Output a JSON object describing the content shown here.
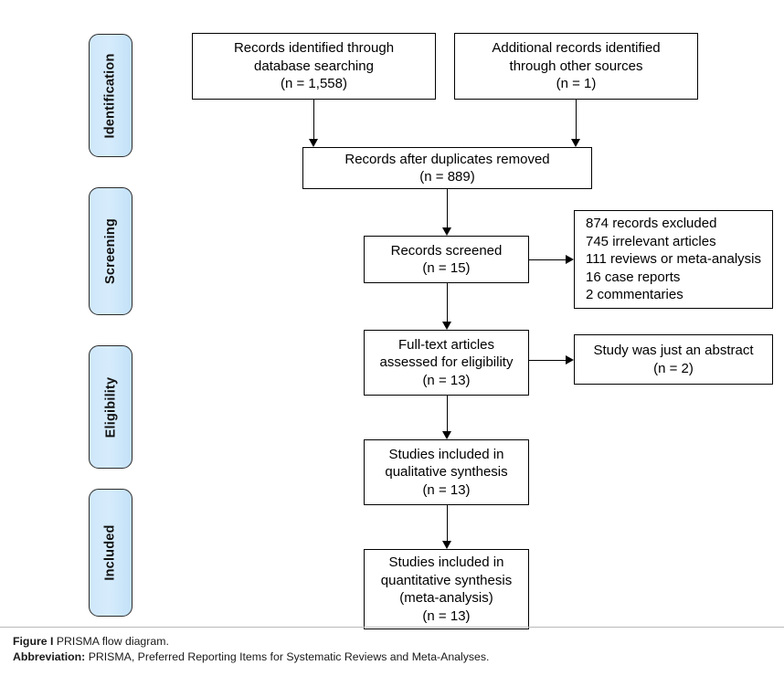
{
  "figure": {
    "stages": [
      {
        "label": "Identification"
      },
      {
        "label": "Screening"
      },
      {
        "label": "Eligibility"
      },
      {
        "label": "Included"
      }
    ],
    "boxes": {
      "database_search": "Records identified through\ndatabase searching\n(n = 1,558)",
      "other_sources": "Additional records identified\nthrough other sources\n(n = 1)",
      "duplicates_removed": "Records after duplicates removed\n(n = 889)",
      "records_screened": "Records screened\n(n = 15)",
      "records_excluded": "874 records excluded\n745 irrelevant articles\n111 reviews or meta-analysis\n16 case reports\n2 commentaries",
      "fulltext_assessed": "Full-text articles\nassessed for eligibility\n(n = 13)",
      "fulltext_excluded": "Study was just an abstract\n(n = 2)",
      "qualitative_synthesis": "Studies included in\nqualitative synthesis\n(n = 13)",
      "quantitative_synthesis": "Studies included in\nquantitative synthesis\n(meta-analysis)\n(n = 13)"
    },
    "caption": {
      "line1_label": "Figure I",
      "line1_text": "PRISMA flow diagram.",
      "line2_label": "Abbreviation:",
      "line2_text": "PRISMA, Preferred Reporting Items for Systematic Reviews and Meta-Analyses."
    },
    "colors": {
      "pill_fill": "#cfe7fa",
      "pill_border": "#2b2b2b",
      "box_border": "#000000",
      "box_fill": "#ffffff",
      "connector": "#000000",
      "caption_rule": "#b9b9b9"
    }
  },
  "chart_data": {
    "type": "diagram",
    "title": "PRISMA flow diagram",
    "stages": [
      "Identification",
      "Screening",
      "Eligibility",
      "Included"
    ],
    "nodes": [
      {
        "id": "database_search",
        "stage": "Identification",
        "label": "Records identified through database searching",
        "n": 1558
      },
      {
        "id": "other_sources",
        "stage": "Identification",
        "label": "Additional records identified through other sources",
        "n": 1
      },
      {
        "id": "duplicates_removed",
        "stage": "Identification",
        "label": "Records after duplicates removed",
        "n": 889
      },
      {
        "id": "records_screened",
        "stage": "Screening",
        "label": "Records screened",
        "n": 15
      },
      {
        "id": "records_excluded",
        "stage": "Screening",
        "label": "Records excluded",
        "n": 874,
        "breakdown": [
          {
            "label": "irrelevant articles",
            "n": 745
          },
          {
            "label": "reviews or meta-analysis",
            "n": 111
          },
          {
            "label": "case reports",
            "n": 16
          },
          {
            "label": "commentaries",
            "n": 2
          }
        ]
      },
      {
        "id": "fulltext_assessed",
        "stage": "Eligibility",
        "label": "Full-text articles assessed for eligibility",
        "n": 13
      },
      {
        "id": "fulltext_excluded",
        "stage": "Eligibility",
        "label": "Study was just an abstract",
        "n": 2
      },
      {
        "id": "qualitative_synthesis",
        "stage": "Included",
        "label": "Studies included in qualitative synthesis",
        "n": 13
      },
      {
        "id": "quantitative_synthesis",
        "stage": "Included",
        "label": "Studies included in quantitative synthesis (meta-analysis)",
        "n": 13
      }
    ],
    "edges": [
      {
        "from": "database_search",
        "to": "duplicates_removed",
        "direction": "down"
      },
      {
        "from": "other_sources",
        "to": "duplicates_removed",
        "direction": "down"
      },
      {
        "from": "duplicates_removed",
        "to": "records_screened",
        "direction": "down"
      },
      {
        "from": "records_screened",
        "to": "records_excluded",
        "direction": "right"
      },
      {
        "from": "records_screened",
        "to": "fulltext_assessed",
        "direction": "down"
      },
      {
        "from": "fulltext_assessed",
        "to": "fulltext_excluded",
        "direction": "right"
      },
      {
        "from": "fulltext_assessed",
        "to": "qualitative_synthesis",
        "direction": "down"
      },
      {
        "from": "qualitative_synthesis",
        "to": "quantitative_synthesis",
        "direction": "down"
      }
    ]
  }
}
